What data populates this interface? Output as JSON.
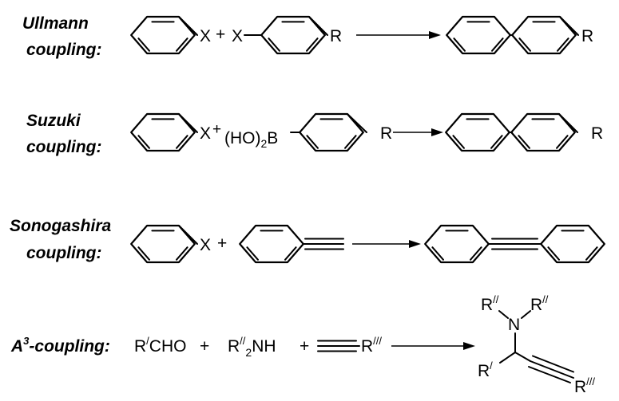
{
  "reactions": {
    "ullmann": {
      "label_line1": "Ullmann",
      "label_line2": "coupling:",
      "x1": "X",
      "plus": "+",
      "x2": "X",
      "r_reactant": "R",
      "r_product": "R"
    },
    "suzuki": {
      "label_line1": "Suzuki",
      "label_line2": "coupling:",
      "x": "X",
      "plus": "+",
      "boronic_prefix": "(HO)",
      "boronic_sub": "2",
      "boronic_b": "B",
      "r_reactant": "R",
      "r_product": "R"
    },
    "sonogashira": {
      "label_line1": "Sonogashira",
      "label_line2": "coupling:",
      "x": "X",
      "plus": "+"
    },
    "a3": {
      "label_base": "A",
      "label_sup": "3",
      "label_rest": "-coupling:",
      "aldehyde_r": "R",
      "aldehyde_prime": "/",
      "aldehyde_rest": "CHO",
      "plus1": "+",
      "amine_r": "R",
      "amine_prime": "//",
      "amine_sub": "2",
      "amine_rest": "NH",
      "plus2": "+",
      "alkyne_r": "R",
      "alkyne_prime": "///",
      "product_n": "N",
      "product_r_left": "R",
      "product_r_left_prime": "//",
      "product_r_right": "R",
      "product_r_right_prime": "//",
      "product_r_prime": "R",
      "product_r_prime_mark": "/",
      "product_r_triple": "R",
      "product_r_triple_mark": "///"
    }
  }
}
